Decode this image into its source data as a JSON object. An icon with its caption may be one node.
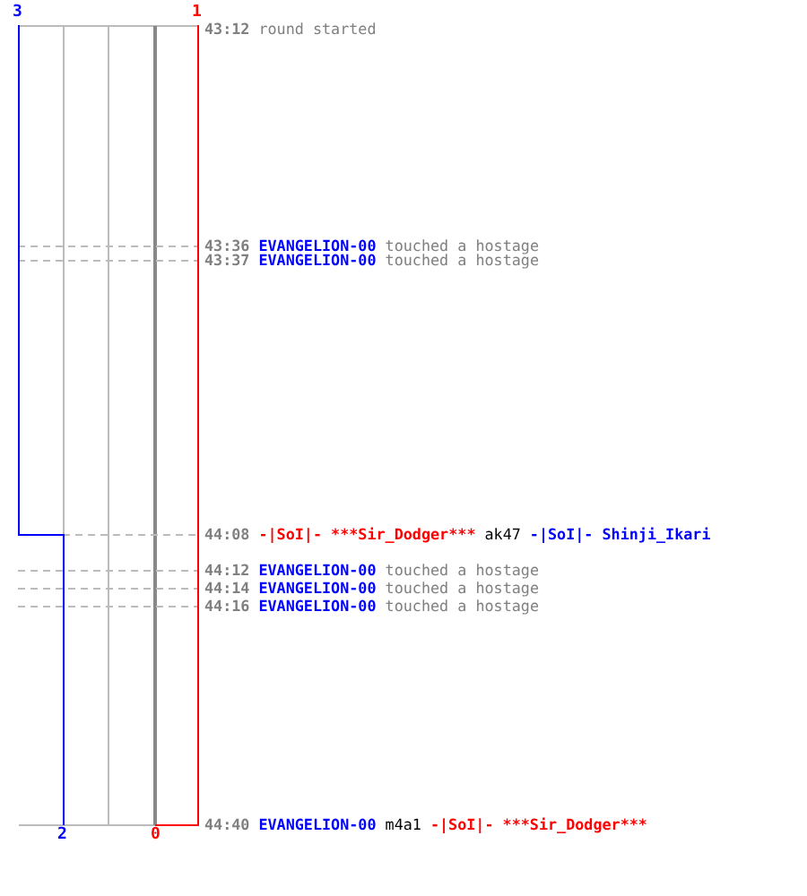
{
  "diagram": {
    "labels": [
      "3",
      "1",
      "43:12",
      "round started",
      "43:36",
      "EVANGELION-00",
      "touched a hostage",
      "43:37",
      "EVANGELION-00",
      "touched a hostage",
      "44:08",
      "-|SoI|- ***Sir_Dodger***",
      "ak47",
      "-|SoI|- Shinji_Ikari",
      "44:12",
      "EVANGELION-00",
      "touched a hostage",
      "44:14",
      "EVANGELION-00",
      "touched a hostage",
      "44:16",
      "EVANGELION-00",
      "touched a hostage",
      "44:40",
      "EVANGELION-00",
      "m4a1",
      "-|SoI|- ***Sir_Dodger***",
      "2",
      "0"
    ]
  }
}
